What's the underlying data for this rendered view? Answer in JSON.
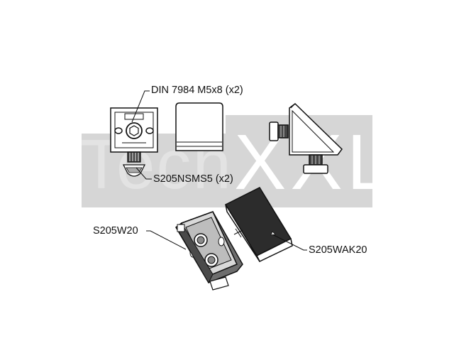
{
  "watermark": {
    "text_left": "Tech",
    "text_right": "XXL",
    "box_color": "#d6d6d6"
  },
  "labels": {
    "screw": "DIN 7984 M5x8 (x2)",
    "slot_nut": "S205NSMS5 (x2)",
    "angle_bracket": "S205W20",
    "cover_cap": "S205WAK20"
  },
  "colors": {
    "line": "#111111",
    "cap_dark": "#2c2c2c",
    "part_mid": "#7a7a7a"
  }
}
